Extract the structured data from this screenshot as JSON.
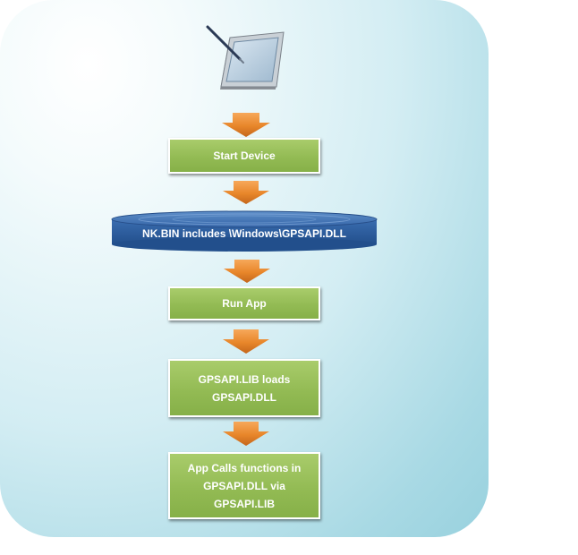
{
  "flow": {
    "steps": {
      "start_device": "Start Device",
      "nkbin": "NK.BIN includes \\Windows\\GPSAPI.DLL",
      "run_app": "Run App",
      "lib_loads_line1": "GPSAPI.LIB loads",
      "lib_loads_line2": "GPSAPI.DLL",
      "app_calls_line1": "App Calls functions in",
      "app_calls_line2": "GPSAPI.DLL via",
      "app_calls_line3": "GPSAPI.LIB"
    },
    "icon": "tablet-pc-pen-icon"
  },
  "colors": {
    "box_fill": "#93bb54",
    "arrow_fill": "#e58a2e",
    "disk_fill": "#3f75b8",
    "panel_fill": "#a8d9e4"
  }
}
